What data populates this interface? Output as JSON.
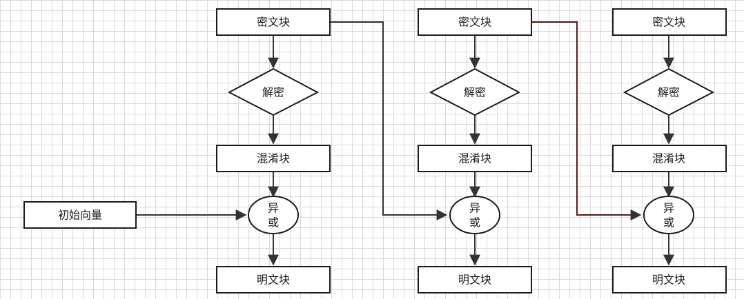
{
  "diagram": {
    "iv_label": "初始向量",
    "columns": [
      {
        "cipher": "密文块",
        "decrypt": "解密",
        "mixed": "混淆块",
        "xor_line1": "异",
        "xor_line2": "或",
        "plain": "明文块"
      },
      {
        "cipher": "密文块",
        "decrypt": "解密",
        "mixed": "混淆块",
        "xor_line1": "异",
        "xor_line2": "或",
        "plain": "明文块"
      },
      {
        "cipher": "密文块",
        "decrypt": "解密",
        "mixed": "混淆块",
        "xor_line1": "异",
        "xor_line2": "或",
        "plain": "明文块"
      }
    ],
    "colors": {
      "stroke": "#1a1a1a",
      "arrow": "#333333",
      "highlight_edge": "#5a1a1a",
      "grid": "#d9d9d9"
    }
  }
}
